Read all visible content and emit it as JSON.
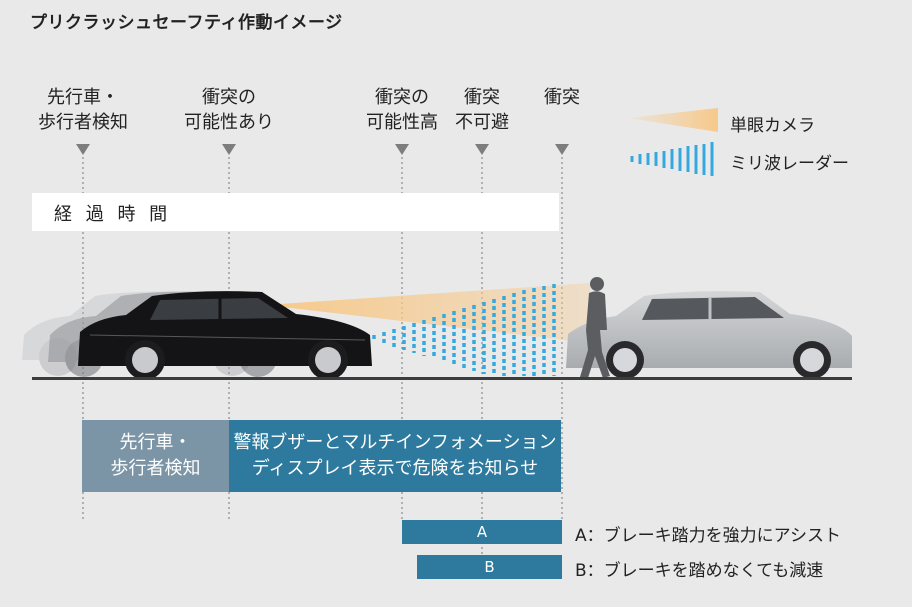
{
  "title": "プリクラッシュセーフティ作動イメージ",
  "stages": [
    {
      "line1": "先行車・",
      "line2": "歩行者検知"
    },
    {
      "line1": "衝突の",
      "line2": "可能性あり"
    },
    {
      "line1": "衝突の",
      "line2": "可能性高"
    },
    {
      "line1": "衝突",
      "line2": "不可避"
    },
    {
      "line1": "",
      "line2": "衝突"
    }
  ],
  "legend": {
    "camera": "単眼カメラ",
    "radar": "ミリ波レーダー"
  },
  "colors": {
    "camera": "#f7c98b",
    "radar": "#34a9e0",
    "detect_box": "#7b95a6",
    "warn_box": "#2d7a9e"
  },
  "timeline_label": "経 過 時 間",
  "phase_boxes": {
    "detect": {
      "line1": "先行車・",
      "line2": "歩行者検知"
    },
    "warn": {
      "line1": "警報ブザーとマルチインフォメーション",
      "line2": "ディスプレイ表示で危険をお知らせ"
    }
  },
  "brake_bars": {
    "a": {
      "label": "A",
      "description": "A：ブレーキ踏力を強力にアシスト"
    },
    "b": {
      "label": "B",
      "description": "B：ブレーキを踏めなくても減速"
    }
  },
  "icons": [
    "triangle-marker-icon",
    "camera-beam-icon",
    "radar-wave-icon",
    "car-icon",
    "pedestrian-icon"
  ]
}
